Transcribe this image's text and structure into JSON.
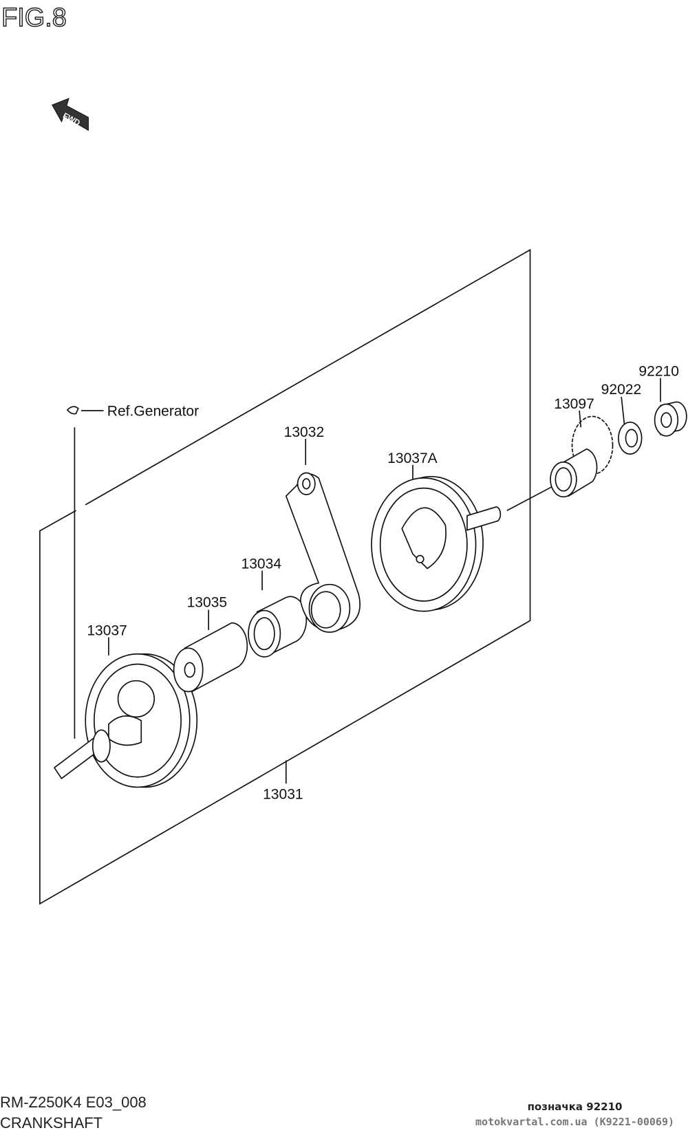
{
  "figure_title": "FIG.8",
  "fwd_arrow": "FWD",
  "labels": {
    "ref_generator": "Ref.Generator",
    "p13031": "13031",
    "p13032": "13032",
    "p13034": "13034",
    "p13035": "13035",
    "p13037": "13037",
    "p13037a": "13037A",
    "p13097": "13097",
    "p92022": "92022",
    "p92210": "92210"
  },
  "footer": {
    "model_code": "RM-Z250K4 E03_008",
    "section_name": "CRANKSHAFT",
    "part_ref": "позначка 92210",
    "source": "motokvartal.com.ua (K9221-00069)"
  }
}
